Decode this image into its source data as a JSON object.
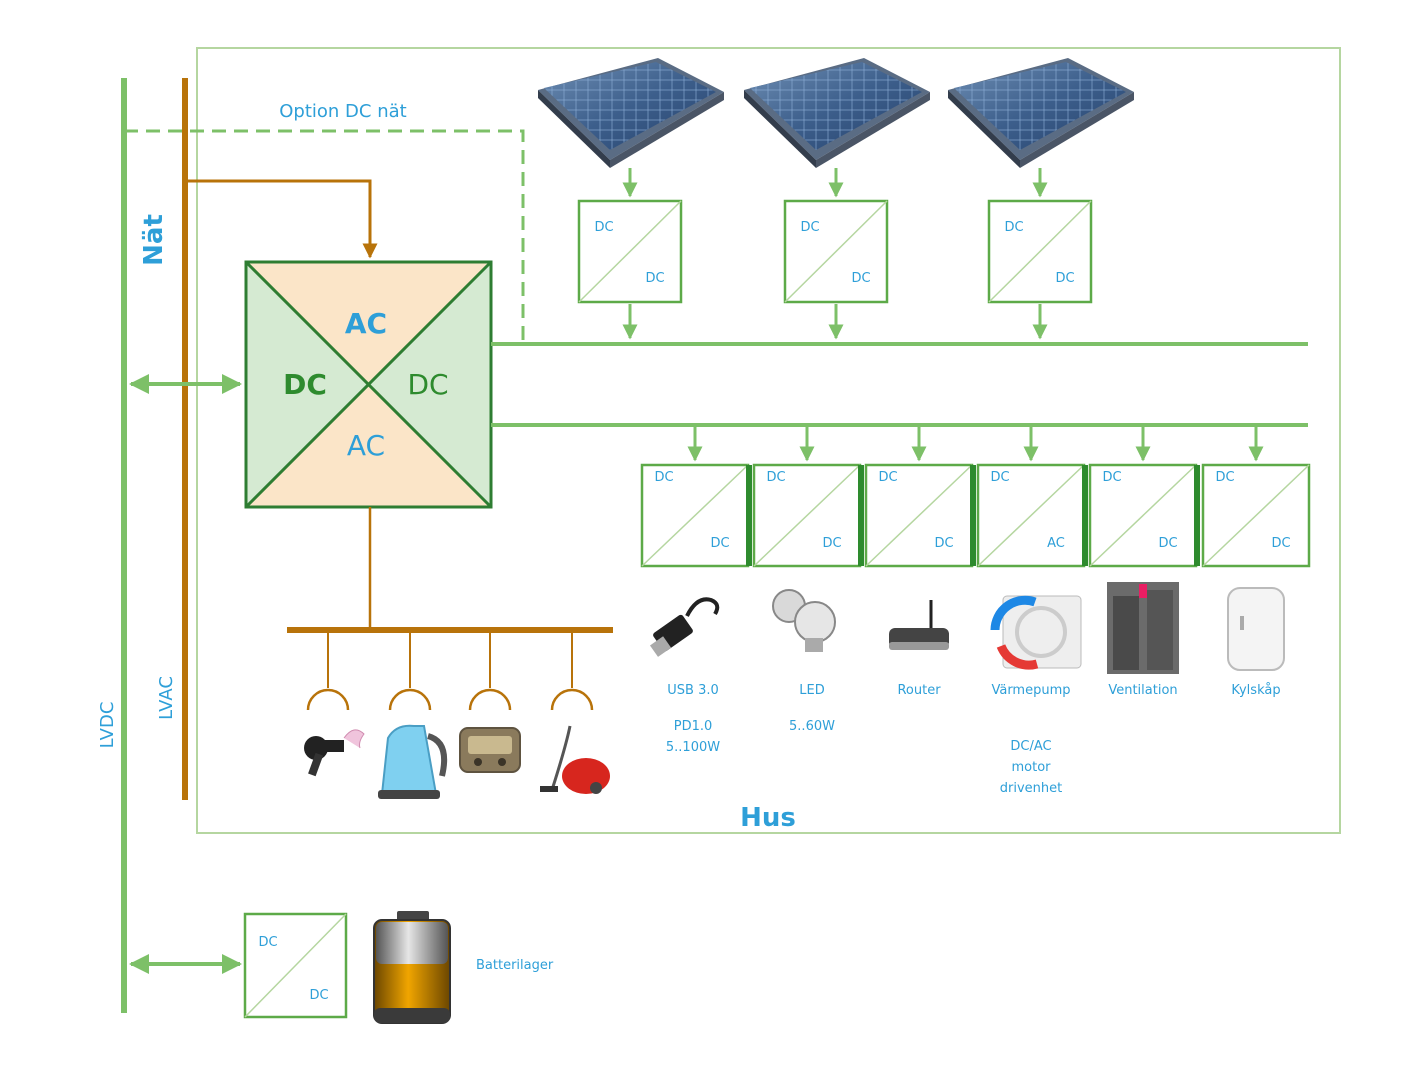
{
  "labels": {
    "grid": "Nät",
    "lvdc": "LVDC",
    "lvac": "LVAC",
    "option_dc": "Option DC nät",
    "house": "Hus",
    "battery": "Batterilager"
  },
  "inverter": {
    "top": "AC",
    "left": "DC",
    "right": "DC",
    "bottom": "AC"
  },
  "solar_converters": [
    {
      "in": "DC",
      "out": "DC"
    },
    {
      "in": "DC",
      "out": "DC"
    },
    {
      "in": "DC",
      "out": "DC"
    }
  ],
  "battery_converter": {
    "in": "DC",
    "out": "DC"
  },
  "loads": [
    {
      "in": "DC",
      "out": "DC",
      "name": "USB 3.0",
      "detail1": "PD1.0",
      "detail2": "5..100W",
      "detail3": ""
    },
    {
      "in": "DC",
      "out": "DC",
      "name": "LED",
      "detail1": "5..60W",
      "detail2": "",
      "detail3": ""
    },
    {
      "in": "DC",
      "out": "DC",
      "name": "Router",
      "detail1": "",
      "detail2": "",
      "detail3": ""
    },
    {
      "in": "DC",
      "out": "AC",
      "name": "Värmepump",
      "detail1": "DC/AC",
      "detail2": "motor",
      "detail3": "drivenhet"
    },
    {
      "in": "DC",
      "out": "DC",
      "name": "Ventilation",
      "detail1": "",
      "detail2": "",
      "detail3": ""
    },
    {
      "in": "DC",
      "out": "DC",
      "name": "Kylskåp",
      "detail1": "",
      "detail2": "",
      "detail3": ""
    }
  ],
  "icons": {
    "solar": "solar-panel-icon",
    "ac_appliances": [
      "hair-dryer-icon",
      "kettle-icon",
      "radio-icon",
      "vacuum-cleaner-icon"
    ],
    "dc_appliances": [
      "usb-cable-icon",
      "led-bulb-icon",
      "router-icon",
      "heat-pump-icon",
      "ventilation-unit-icon",
      "fridge-icon"
    ],
    "battery": "battery-icon"
  },
  "colors": {
    "green_line": "#7dc068",
    "dark_green": "#2e8b2e",
    "brown_line": "#b8730a",
    "label_blue": "#2e9fd8",
    "ac_fill": "#fbe5c8",
    "dc_fill": "#d5ead2",
    "house_border": "#b5d6a0"
  }
}
